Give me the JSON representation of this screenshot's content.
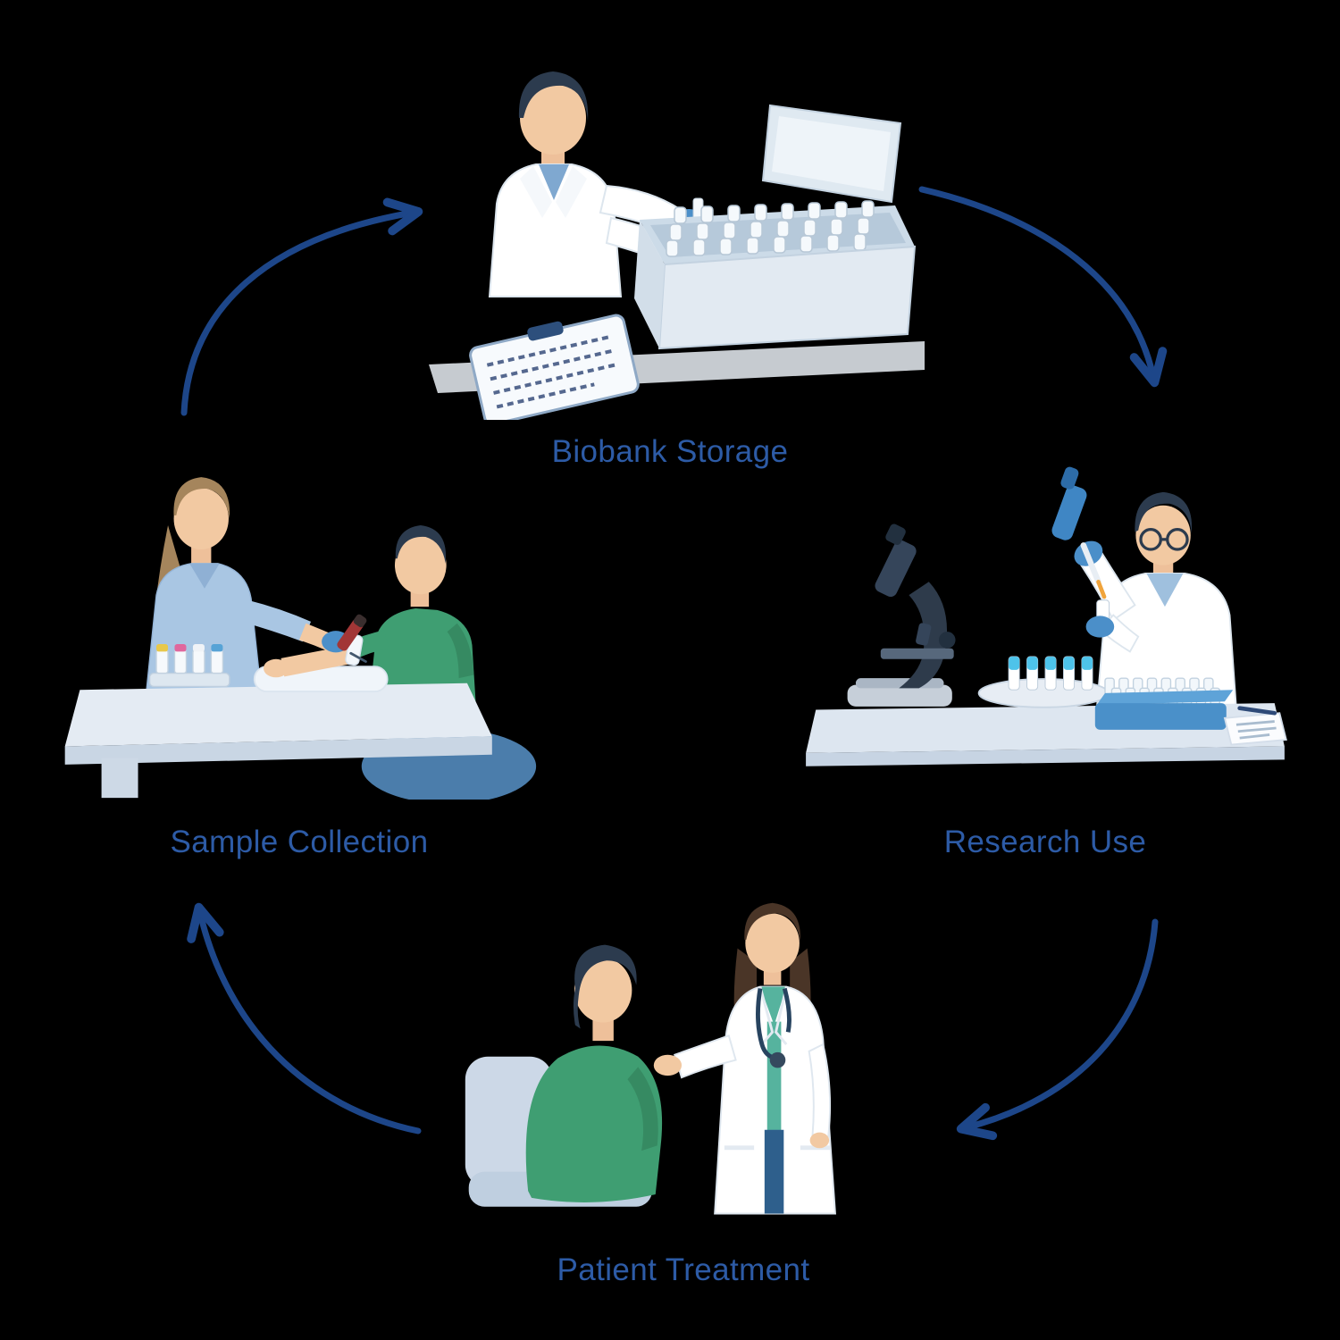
{
  "diagram": {
    "type": "cycle",
    "nodes": [
      {
        "id": "biobank-storage",
        "label": "Biobank Storage",
        "position": "top",
        "illustration": "scientist-placing-vials-in-freezer-box"
      },
      {
        "id": "research-use",
        "label": "Research Use",
        "position": "right",
        "illustration": "researcher-with-pipette-microscope-and-tube-racks"
      },
      {
        "id": "patient-treatment",
        "label": "Patient Treatment",
        "position": "bottom",
        "illustration": "doctor-consulting-seated-patient"
      },
      {
        "id": "sample-collection",
        "label": "Sample Collection",
        "position": "left",
        "illustration": "nurse-drawing-blood-from-patient-at-table"
      }
    ],
    "edges": [
      {
        "from": "sample-collection",
        "to": "biobank-storage"
      },
      {
        "from": "biobank-storage",
        "to": "research-use"
      },
      {
        "from": "research-use",
        "to": "patient-treatment"
      },
      {
        "from": "patient-treatment",
        "to": "sample-collection"
      }
    ]
  },
  "colors": {
    "label": "#2d5ba6",
    "arrow": "#1d4689",
    "background": "#000000"
  }
}
